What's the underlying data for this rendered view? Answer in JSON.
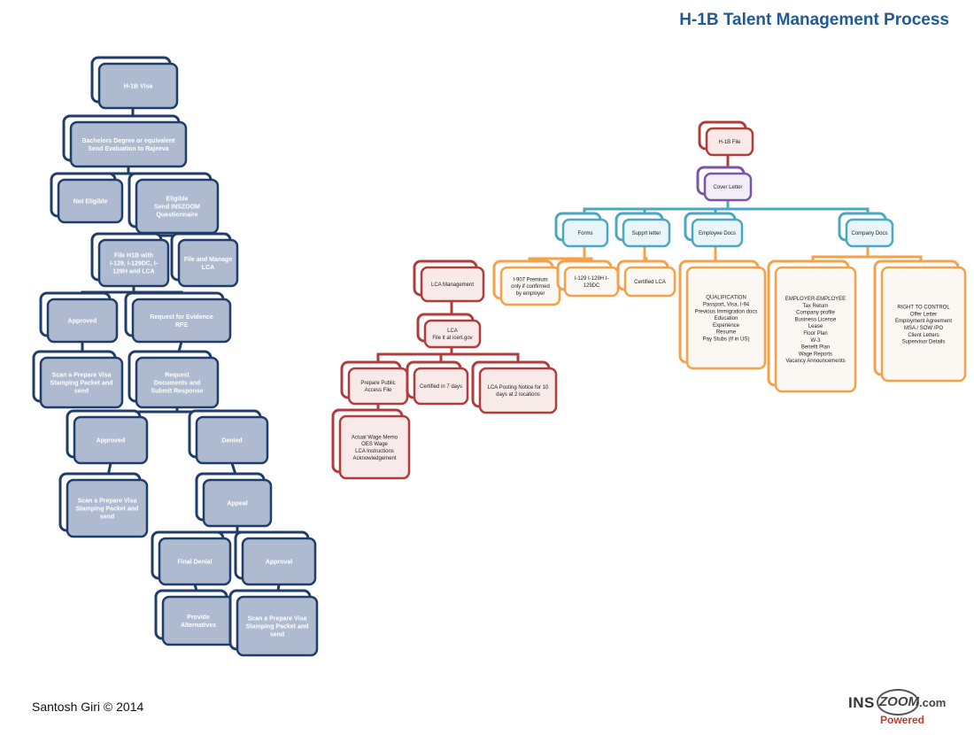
{
  "page": {
    "title": "H-1B Talent Management Process",
    "footer": "Santosh Giri © 2014",
    "logo": {
      "ins": "INS",
      "zoom": "ZOOM",
      "com": ".com",
      "powered": "Powered"
    }
  },
  "colors": {
    "blue_border": "#1f3d6b",
    "blue_fill": "#aebad0",
    "blue_text": "#ffffff",
    "red_border": "#b23b3b",
    "red_fill": "#f9eaea",
    "orange_border": "#f5a14a",
    "orange_fill": "#fbf7f2",
    "teal_border": "#4aa8c4",
    "teal_fill": "#e9f5f8",
    "purple_border": "#7a55a6",
    "purple_fill": "#f2edf7",
    "connector_blue": "#1f3d6b",
    "connector_red": "#b23b3b",
    "connector_orange": "#f5a14a",
    "connector_teal": "#4aa8c4"
  },
  "flow_left": [
    {
      "id": "b1",
      "text": "H-1B Visa"
    },
    {
      "id": "b2",
      "text": "Bachelors Degree or equivalent\nSend Evaluation to Rajeeva"
    },
    {
      "id": "b3",
      "text": "Not Eligible"
    },
    {
      "id": "b4",
      "text": "Eligible\nSend INSZOOM\nQuestionnaire"
    },
    {
      "id": "b5",
      "text": "File H1B with\nI-129, I-129DC, I-\n129H and LCA"
    },
    {
      "id": "b6",
      "text": "File and Manage\nLCA"
    },
    {
      "id": "b7",
      "text": "Approved"
    },
    {
      "id": "b8",
      "text": "Request for Evidence\nRFE"
    },
    {
      "id": "b9",
      "text": "Scan a Prepare Visa\nStamping Packet and\nsend"
    },
    {
      "id": "b10",
      "text": "Request\nDocuments and\nSubmit Response"
    },
    {
      "id": "b11",
      "text": "Approved"
    },
    {
      "id": "b12",
      "text": "Denied"
    },
    {
      "id": "b13",
      "text": "Scan a Prepare Visa\nStamping Packet and\nsend"
    },
    {
      "id": "b14",
      "text": "Appeal"
    },
    {
      "id": "b15",
      "text": "Final Denial"
    },
    {
      "id": "b16",
      "text": "Approval"
    },
    {
      "id": "b17",
      "text": "Provide\nAlternatives"
    },
    {
      "id": "b18",
      "text": "Scan a Prepare Visa\nStamping Packet and\nsend"
    }
  ],
  "lca_tree": [
    {
      "id": "l1",
      "text": "LCA Management"
    },
    {
      "id": "l2",
      "text": "LCA\nFile it at icert.gov"
    },
    {
      "id": "l3",
      "text": "Prepare Public\nAccess File"
    },
    {
      "id": "l4",
      "text": "Certified in 7 days"
    },
    {
      "id": "l5",
      "text": "LCA Posting Notice for 10\ndays at 2 locations"
    },
    {
      "id": "l6",
      "text": "Actual Wage Memo\nOES Wage\nLCA Instructions\nAcknowledgement"
    }
  ],
  "file_tree": [
    {
      "id": "f1",
      "text": "H-1B File"
    },
    {
      "id": "f2",
      "text": "Cover Letter"
    },
    {
      "id": "f3",
      "text": "Forms"
    },
    {
      "id": "f4",
      "text": "Supprt letter"
    },
    {
      "id": "f5",
      "text": "Employee Docs"
    },
    {
      "id": "f6",
      "text": "Company Docs"
    },
    {
      "id": "f7",
      "text": "I-907  Premium\nonly if confirmed\nby employer"
    },
    {
      "id": "f8",
      "text": "I-129 I-129H I-\n129DC"
    },
    {
      "id": "f9",
      "text": "Certified LCA"
    },
    {
      "id": "f10",
      "text": "QUALIFICATION\nPassport, Visa, I-94\nPrevious Immigration docs\nEducation\nExperience\nResume\nPay Stubs (If in US)"
    },
    {
      "id": "f11",
      "text": "EMPLOYER-EMPLOYEE\nTax Return\nCompany profile\nBusiness License\nLease\nFloor Plan\nW-3\nBenefit Plan\nWage Reports\nVacancy Announcements"
    },
    {
      "id": "f12",
      "text": "RIGHT TO CONTROL\nOffer Letter\nEmployment Agreement\nMSA / SOW /PO\nClient Letters\nSupervisor Details"
    }
  ]
}
